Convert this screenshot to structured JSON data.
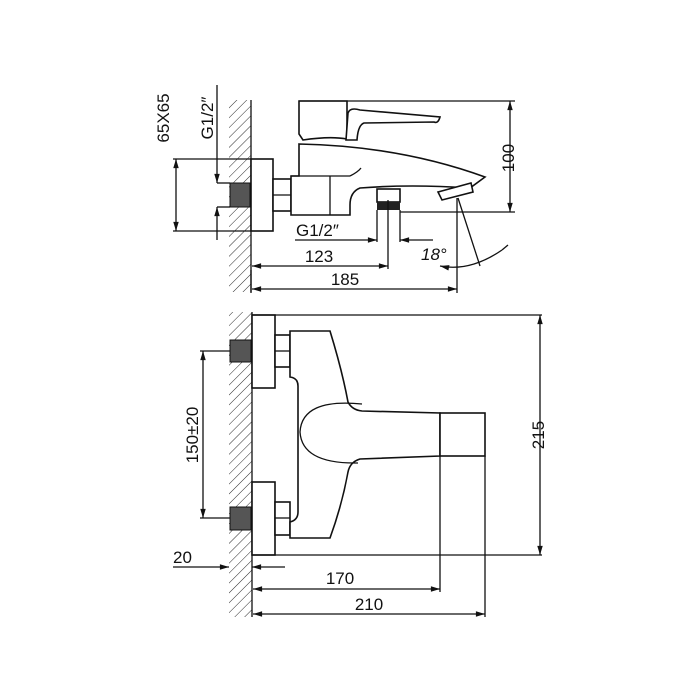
{
  "drawing": {
    "title": "Bath mixer dimensional drawing",
    "side_view": {
      "flange_size": "65X65",
      "inlet_thread": "G1/2″",
      "outlet_thread": "G1/2″",
      "height": "100",
      "outlet_distance": "123",
      "spout_length": "185",
      "spout_angle": "18°"
    },
    "top_view": {
      "inlet_spacing": "150±20",
      "wall_offset": "20",
      "lever_reach": "170",
      "total_depth": "210",
      "total_width": "215"
    },
    "colors": {
      "line": "#111111",
      "thread": "#555555",
      "background": "#ffffff"
    }
  }
}
